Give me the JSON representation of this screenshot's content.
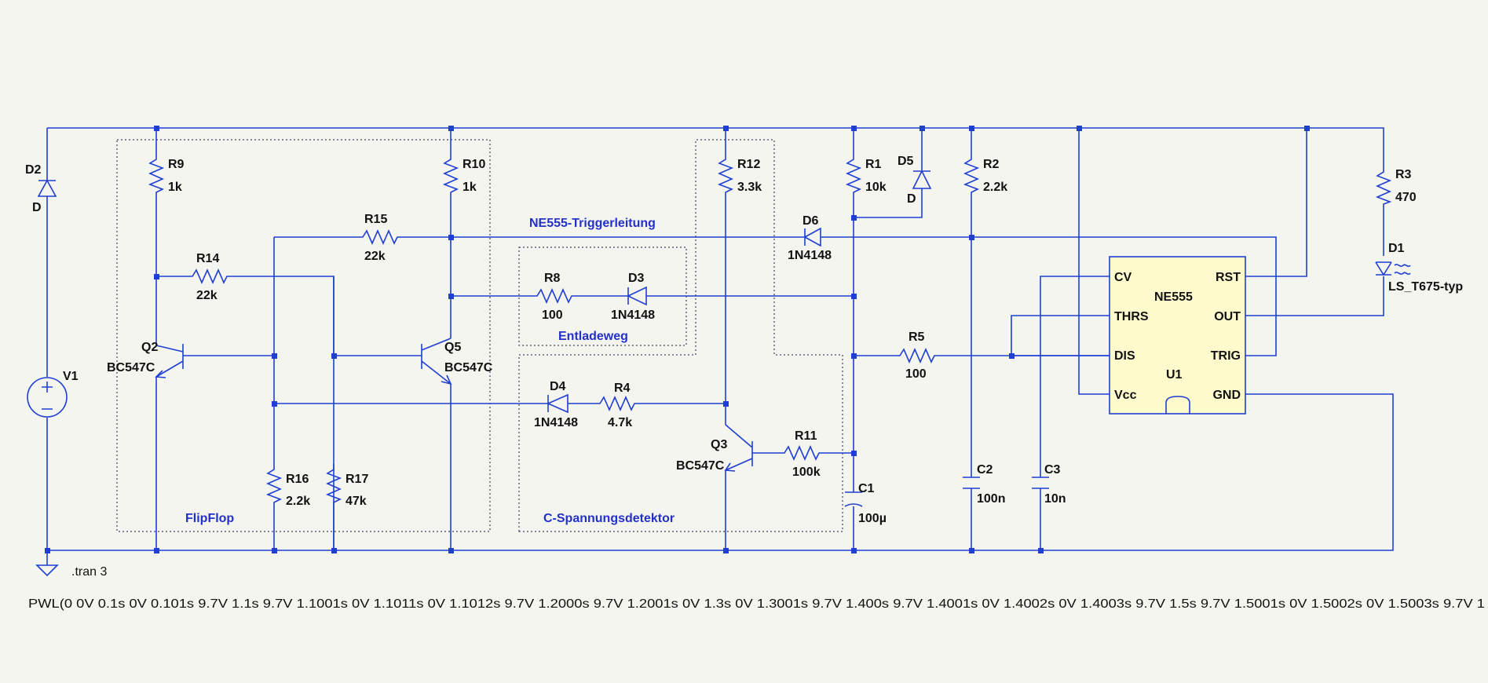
{
  "components": {
    "D2": {
      "name": "D2",
      "value": "D"
    },
    "V1": {
      "name": "V1"
    },
    "R9": {
      "name": "R9",
      "value": "1k"
    },
    "R10": {
      "name": "R10",
      "value": "1k"
    },
    "R14": {
      "name": "R14",
      "value": "22k"
    },
    "R15": {
      "name": "R15",
      "value": "22k"
    },
    "Q2": {
      "name": "Q2",
      "value": "BC547C"
    },
    "Q5": {
      "name": "Q5",
      "value": "BC547C"
    },
    "R16": {
      "name": "R16",
      "value": "2.2k"
    },
    "R17": {
      "name": "R17",
      "value": "47k"
    },
    "R8": {
      "name": "R8",
      "value": "100"
    },
    "D3": {
      "name": "D3",
      "value": "1N4148"
    },
    "D4": {
      "name": "D4",
      "value": "1N4148"
    },
    "R4": {
      "name": "R4",
      "value": "4.7k"
    },
    "R12": {
      "name": "R12",
      "value": "3.3k"
    },
    "Q3": {
      "name": "Q3",
      "value": "BC547C"
    },
    "R11": {
      "name": "R11",
      "value": "100k"
    },
    "D6": {
      "name": "D6",
      "value": "1N4148"
    },
    "R1": {
      "name": "R1",
      "value": "10k"
    },
    "D5": {
      "name": "D5",
      "value": "D"
    },
    "R5": {
      "name": "R5",
      "value": "100"
    },
    "C1": {
      "name": "C1",
      "value": "100µ"
    },
    "R2": {
      "name": "R2",
      "value": "2.2k"
    },
    "C2": {
      "name": "C2",
      "value": "100n"
    },
    "C3": {
      "name": "C3",
      "value": "10n"
    },
    "R3": {
      "name": "R3",
      "value": "470"
    },
    "D1": {
      "name": "D1",
      "value": "LS_T675-typ"
    },
    "U1": {
      "name": "U1",
      "part": "NE555",
      "pins": {
        "cv": "CV",
        "thrs": "THRS",
        "dis": "DIS",
        "vcc": "Vcc",
        "rst": "RST",
        "out": "OUT",
        "trig": "TRIG",
        "gnd": "GND"
      }
    }
  },
  "blocks": {
    "flipflop": "FlipFlop",
    "entladeweg": "Entladeweg",
    "detector": "C-Spannungsdetektor",
    "trigger_line": "NE555-Triggerleitung"
  },
  "directives": {
    "tran": ".tran 3",
    "pwl": "PWL(0 0V 0.1s 0V 0.101s 9.7V 1.1s 9.7V 1.1001s 0V 1.1011s 0V 1.1012s 9.7V 1.2000s 9.7V 1.2001s 0V 1.3s 0V 1.3001s 9.7V 1.400s 9.7V 1.4001s 0V 1.4002s 0V 1.4003s 9.7V 1.5s 9.7V 1.5001s 0V 1.5002s 0V 1.5003s 9.7V 1"
  },
  "colors": {
    "wire": "#1f3fd2",
    "chip_fill": "#fffbcc",
    "background": "#f5f5ef",
    "block_label": "#2331c8"
  }
}
